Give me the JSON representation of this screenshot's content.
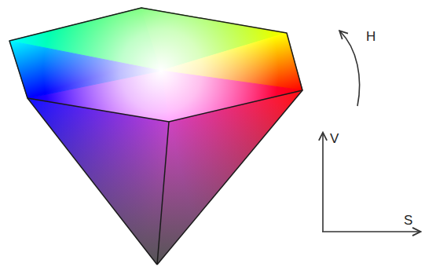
{
  "diagram": {
    "labels": [
      "H",
      "V",
      "S"
    ]
  }
}
